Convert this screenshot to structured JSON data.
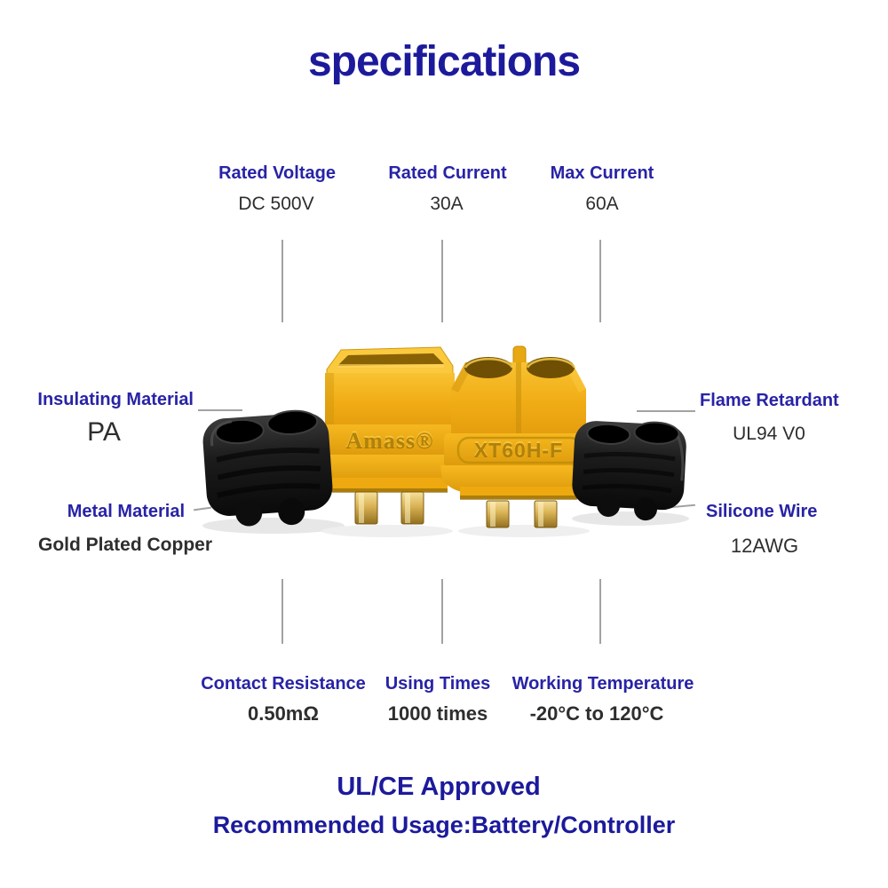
{
  "title": "specifications",
  "colors": {
    "title-blue": "#1c1a9b",
    "label-blue": "#2823a6",
    "value-dark": "#2e2e2e",
    "line-gray": "#a2a2a2",
    "connector-yellow": "#f2b01d",
    "pin-gold": "#d4ab4a",
    "cap-black": "#181818"
  },
  "top_specs": [
    {
      "label": "Rated Voltage",
      "value": "DC 500V"
    },
    {
      "label": "Rated Current",
      "value": "30A"
    },
    {
      "label": "Max Current",
      "value": "60A"
    }
  ],
  "left_specs": [
    {
      "label": "Insulating Material",
      "value": "PA"
    },
    {
      "label": "Metal Material",
      "value": "Gold Plated Copper"
    }
  ],
  "right_specs": [
    {
      "label": "Flame Retardant",
      "value": "UL94 V0"
    },
    {
      "label": "Silicone Wire",
      "value": "12AWG"
    }
  ],
  "bottom_specs": [
    {
      "label": "Contact Resistance",
      "value": "0.50mΩ"
    },
    {
      "label": "Using Times",
      "value": "1000 times"
    },
    {
      "label": "Working Temperature",
      "value": "-20°C to 120°C"
    }
  ],
  "footer": {
    "line1": "UL/CE Approved",
    "line2": "Recommended Usage:Battery/Controller"
  },
  "product": {
    "male_marking": "Amass®",
    "female_marking": "XT60H-F"
  }
}
